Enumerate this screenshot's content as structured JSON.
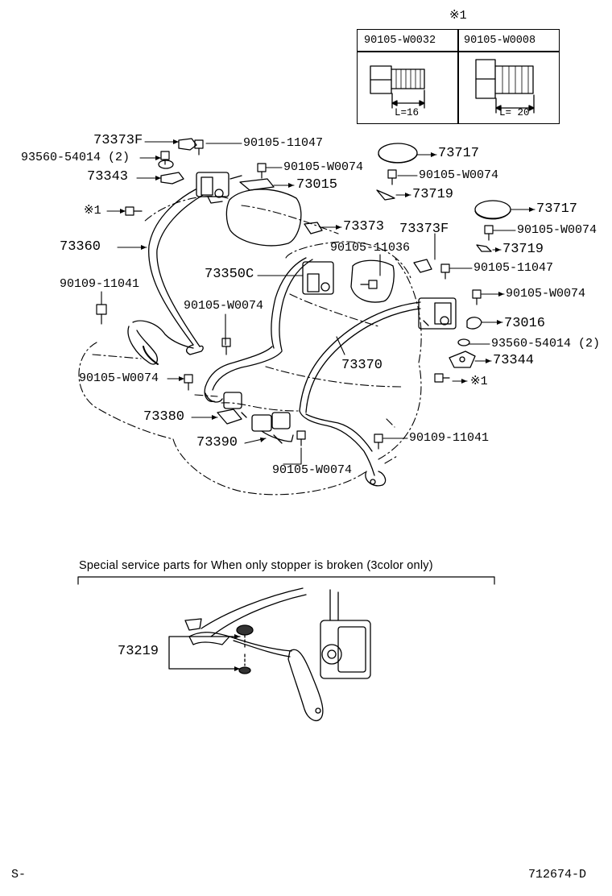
{
  "table": {
    "mark": "※1",
    "col1_part": "90105-W0032",
    "col2_part": "90105-W0008",
    "col1_length": "L=16",
    "col2_length": "L= 20"
  },
  "labels": {
    "p73373F_a": "73373F",
    "p90105_11047_a": "90105-11047",
    "p93560_54014_a": "93560-54014 (2)",
    "p90105_W0074_a": "90105-W0074",
    "p73343": "73343",
    "p73015": "73015",
    "mark1_a": "※1",
    "p73360": "73360",
    "p90109_11041_a": "90109-11041",
    "p73717_a": "73717",
    "p90105_W0074_b": "90105-W0074",
    "p73719_a": "73719",
    "p73717_b": "73717",
    "p73373": "73373",
    "p73373F_b": "73373F",
    "p90105_W0074_c": "90105-W0074",
    "p90105_11036": "90105-11036",
    "p73719_b": "73719",
    "p73350C": "73350C",
    "p90105_11047_b": "90105-11047",
    "p90105_W0074_d": "90105-W0074",
    "p90105_W0074_e": "90105-W0074",
    "p73016": "73016",
    "p93560_54014_b": "93560-54014 (2)",
    "p73344": "73344",
    "p73370": "73370",
    "mark1_b": "※1",
    "p90105_W0074_f": "90105-W0074",
    "p73380": "73380",
    "p73390": "73390",
    "p90109_11041_b": "90109-11041",
    "p90105_W0074_g": "90105-W0074",
    "p73219": "73219"
  },
  "special_note": "Special service parts for When only stopper is broken (3color only)",
  "footer": {
    "left": "S-",
    "right": "712674-D"
  }
}
